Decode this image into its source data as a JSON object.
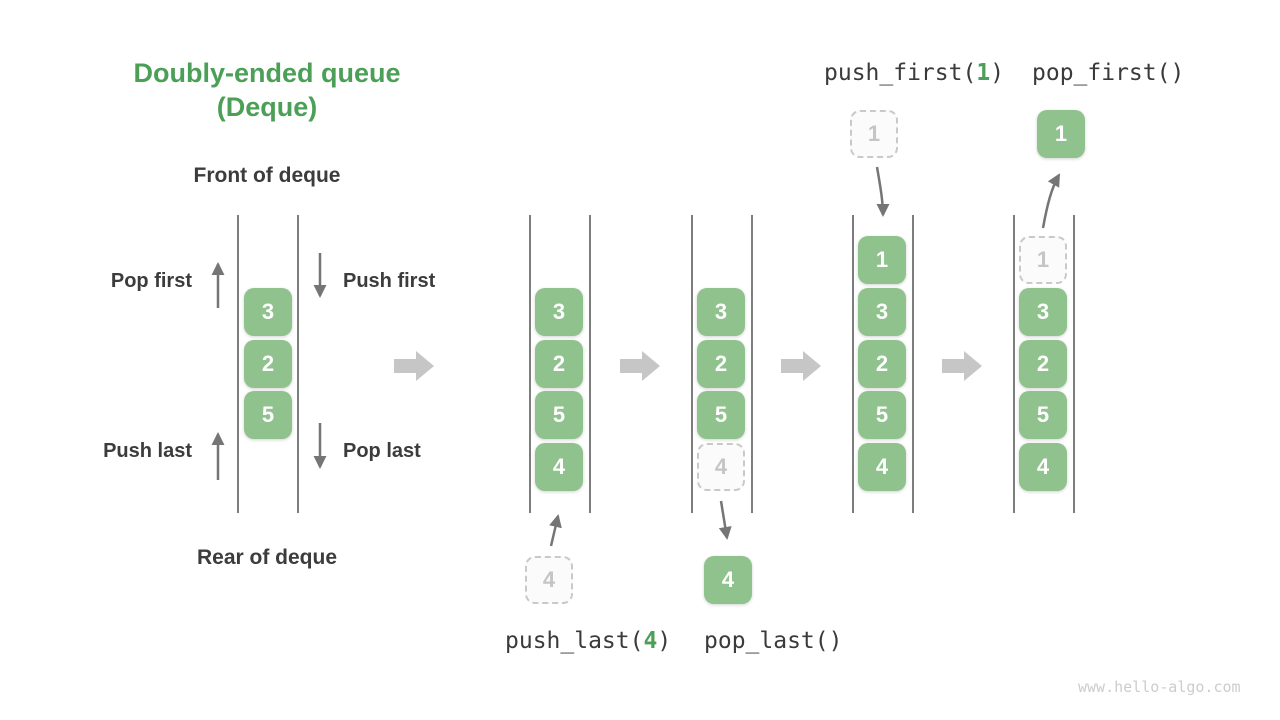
{
  "title": {
    "line1": "Doubly-ended queue",
    "line2": "(Deque)"
  },
  "labels": {
    "front": "Front of deque",
    "rear": "Rear of deque",
    "pop_first": "Pop first",
    "push_first": "Push first",
    "push_last": "Push last",
    "pop_last": "Pop last"
  },
  "operations": {
    "push_last": {
      "prefix": "push_last(",
      "arg": "4",
      "suffix": ")"
    },
    "pop_last": {
      "text": "pop_last()"
    },
    "push_first": {
      "prefix": "push_first(",
      "arg": "1",
      "suffix": ")"
    },
    "pop_first": {
      "text": "pop_first()"
    }
  },
  "queues": [
    {
      "name": "initial-deque",
      "cells": [
        {
          "value": "3",
          "style": "solid"
        },
        {
          "value": "2",
          "style": "solid"
        },
        {
          "value": "5",
          "style": "solid"
        }
      ]
    },
    {
      "name": "after-push-last",
      "cells": [
        {
          "value": "3",
          "style": "solid"
        },
        {
          "value": "2",
          "style": "solid"
        },
        {
          "value": "5",
          "style": "solid"
        },
        {
          "value": "4",
          "style": "solid"
        }
      ]
    },
    {
      "name": "after-pop-last",
      "cells": [
        {
          "value": "3",
          "style": "solid"
        },
        {
          "value": "2",
          "style": "solid"
        },
        {
          "value": "5",
          "style": "solid"
        },
        {
          "value": "4",
          "style": "dashed"
        }
      ]
    },
    {
      "name": "after-push-first",
      "cells": [
        {
          "value": "1",
          "style": "solid"
        },
        {
          "value": "3",
          "style": "solid"
        },
        {
          "value": "2",
          "style": "solid"
        },
        {
          "value": "5",
          "style": "solid"
        },
        {
          "value": "4",
          "style": "solid"
        }
      ]
    },
    {
      "name": "after-pop-first",
      "cells": [
        {
          "value": "1",
          "style": "dashed"
        },
        {
          "value": "3",
          "style": "solid"
        },
        {
          "value": "2",
          "style": "solid"
        },
        {
          "value": "5",
          "style": "solid"
        },
        {
          "value": "4",
          "style": "solid"
        }
      ]
    }
  ],
  "floating_items": {
    "push_last_incoming": "4",
    "pop_last_removed": "4",
    "push_first_incoming": "1",
    "pop_first_removed": "1"
  },
  "colors": {
    "accent_green": "#4c9f56",
    "cell_green": "#90c28e",
    "dark_text": "#3c3c3c",
    "gray_arrow": "#c6c6c6",
    "thin_arrow": "#757575",
    "dashed_border": "#c9c9c9"
  },
  "watermark": "www.hello-algo.com"
}
